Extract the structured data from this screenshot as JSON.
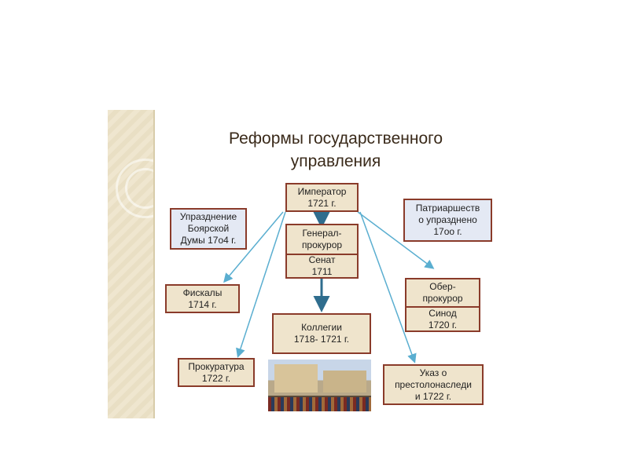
{
  "slide": {
    "title": "Реформы государственного\nуправления"
  },
  "boxes": {
    "emperor": "Император\n1721 г.",
    "boyar_duma": "Упразднение\nБоярской\nДумы 17о4 г.",
    "patriarchate": "Патриаршеств\nо упразднено\n17оо г.",
    "general_prosecutor": "Генерал-\nпрокурор",
    "senate": "Сенат\n1711",
    "fiscals": "Фискалы\n1714 г.",
    "ober_prosecutor": "Обер-\nпрокурор",
    "synod": "Синод\n1720 г.",
    "collegiums": "Коллегии\n1718- 1721 г.",
    "procuracy": "Прокуратура\n1722 г.",
    "succession_decree": "Указ о\nпрестолонаследи\nи 1722 г."
  },
  "colors": {
    "box_border": "#8a3b2a",
    "tan_fill": "#efe4cc",
    "blue_fill": "#e4e9f4",
    "arrow_light": "#5aaed0",
    "arrow_dark": "#2f6d8e"
  }
}
